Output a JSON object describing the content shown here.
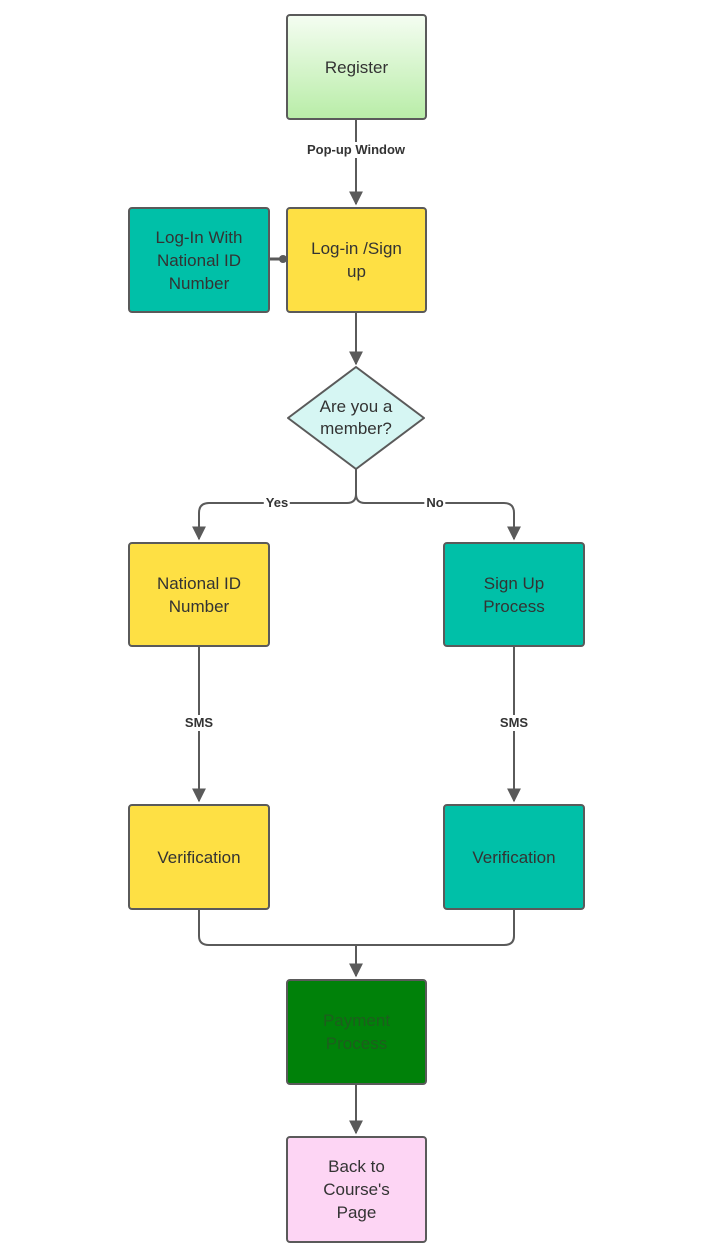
{
  "colors": {
    "green_light_top": "#f4fdf1",
    "green_light_bottom": "#b9eda8",
    "yellow": "#fee044",
    "teal": "#00c0a8",
    "dark_green": "#008109",
    "dark_green_text": "#1d5e1d",
    "pink": "#fdd5f4",
    "diamond_fill": "#d6f6f3",
    "stroke": "#5a5a5a"
  },
  "nodes": {
    "register": {
      "label": "Register"
    },
    "login_signup": {
      "label": "Log-in /Sign\nup"
    },
    "login_national_id": {
      "label": "Log-In With\nNational ID\nNumber"
    },
    "member_question": {
      "label": "Are you a\nmember?"
    },
    "national_id_number": {
      "label": "National ID\nNumber"
    },
    "signup_process": {
      "label": "Sign Up\nProcess"
    },
    "verification_yes": {
      "label": "Verification"
    },
    "verification_no": {
      "label": "Verification"
    },
    "payment_process": {
      "label": "Payment\nProcess"
    },
    "back_to_course": {
      "label": "Back to\nCourse's\nPage"
    }
  },
  "edges": {
    "popup_window": "Pop-up Window",
    "yes": "Yes",
    "no": "No",
    "sms_left": "SMS",
    "sms_right": "SMS"
  }
}
